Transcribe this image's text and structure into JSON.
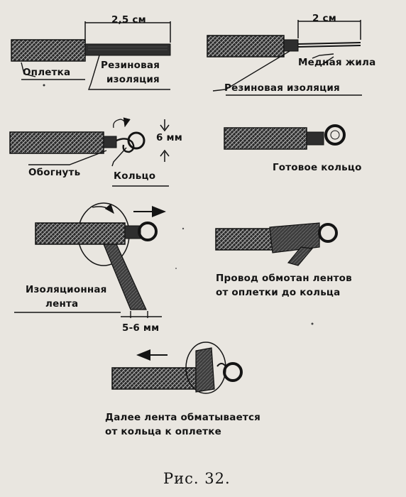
{
  "diagrams": {
    "step1": {
      "dimension": "2,5 см",
      "braid": "Оплетка",
      "insulation": [
        "Резиновая",
        "изоляция"
      ]
    },
    "step2": {
      "dimension": "2 см",
      "core": "Медная жила",
      "insulation": "Резиновая изоляция"
    },
    "step3": {
      "dimension": "6 мм",
      "bend": "Обогнуть",
      "ring": "Кольцо"
    },
    "step4": {
      "result": "Готовое кольцо"
    },
    "step5": {
      "tape": [
        "Изоляционная",
        "лента"
      ],
      "width": "5-6 мм"
    },
    "step6": {
      "note": [
        "Провод обмотан лентов",
        "от оплетки до кольца"
      ]
    },
    "step7": {
      "note": [
        "Далее лента обматывается",
        "от кольца к оплетке"
      ]
    }
  },
  "caption": "Рис. 32."
}
